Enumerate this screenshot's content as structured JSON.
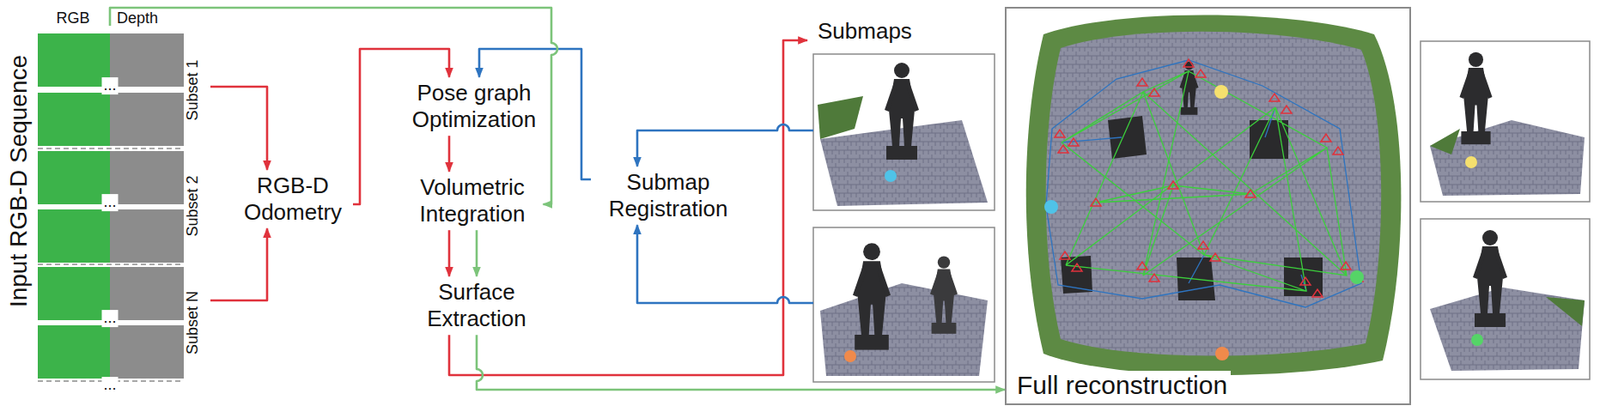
{
  "diagram": {
    "nodes": [
      {
        "text": [
          "Input RGB-D Sequence"
        ]
      },
      {
        "text": [
          "Subset 1"
        ],
        "in": 0
      },
      {
        "text": [
          "Subset 2"
        ],
        "in": 0
      },
      {
        "text": [
          "Subset N"
        ],
        "in": 0
      },
      {
        "text": [
          "RGB-D Odometry"
        ]
      },
      {
        "text": [
          "Pose graph Optimization"
        ]
      },
      {
        "text": [
          "Volumetric Integration"
        ]
      },
      {
        "text": [
          "Surface Extraction"
        ]
      },
      {
        "text": [
          "Submap Registration"
        ]
      },
      {
        "text": [
          "Submaps"
        ]
      },
      {
        "text": [
          "Full reconstruction"
        ]
      }
    ],
    "edges": [
      {
        "from": 1,
        "to": 4,
        "arrow": "to"
      },
      {
        "from": 3,
        "to": 4,
        "arrow": "to"
      },
      {
        "from": 4,
        "to": 5,
        "arrow": "to"
      },
      {
        "from": 5,
        "to": 6,
        "arrow": "to"
      },
      {
        "from": 6,
        "to": 7,
        "arrow": "to"
      },
      {
        "from": 6,
        "to": 7,
        "arrow": "to"
      },
      {
        "from": 7,
        "to": 9,
        "arrow": "to"
      },
      {
        "from": 9,
        "to": 8,
        "arrow": "to"
      },
      {
        "from": 9,
        "to": 8,
        "arrow": "to"
      },
      {
        "from": 8,
        "to": 5,
        "arrow": "to"
      },
      {
        "from": 0,
        "to": 6,
        "arrow": "to"
      },
      {
        "from": 7,
        "to": 10,
        "arrow": "to"
      }
    ],
    "labels": [
      "RGB",
      "Depth",
      "...",
      "...",
      "...",
      "..."
    ]
  }
}
